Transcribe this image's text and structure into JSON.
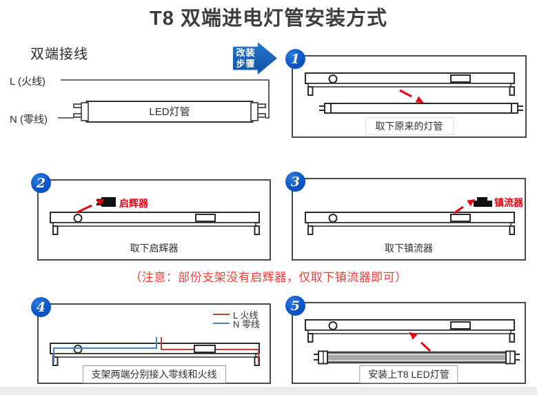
{
  "page": {
    "title": "T8 双端进电灯管安装方式"
  },
  "wiring": {
    "heading": "双端接线",
    "live_label": "L (火线)",
    "neutral_label": "N (零线)",
    "tube_label": "LED灯管"
  },
  "badge": {
    "line1": "改装",
    "line2": "步骤"
  },
  "steps": [
    {
      "number": "1",
      "caption": "取下原来的灯管"
    },
    {
      "number": "2",
      "caption": "取下启辉器",
      "callout": "启辉器"
    },
    {
      "number": "3",
      "caption": "取下镇流器",
      "callout": "镇流器"
    },
    {
      "number": "4",
      "caption": "支架两端分别接入零线和火线",
      "legend": [
        {
          "label": "L 火线",
          "color": "#b5452f"
        },
        {
          "label": "N 零线",
          "color": "#4a82c0"
        }
      ]
    },
    {
      "number": "5",
      "caption": "安装上T8 LED灯管"
    }
  ],
  "note": {
    "text": "（注意：部份支架没有启辉器，仅取下镇流器即可）"
  },
  "icons": {
    "steps_arrow": "right-arrow-badge",
    "starter": "starter-component-icon",
    "ballast": "ballast-component-icon",
    "remove_arrow": "red-arrow-icon"
  },
  "colors": {
    "step_badge_blue": "#0b57c9",
    "steps_arrow_blue": "#1563b8",
    "highlight_red": "#e60012",
    "note_red": "#fb3a33",
    "wire_live_red": "#b5452f",
    "wire_neutral_blue": "#4a82c0",
    "stroke_dark": "#2a2a2a"
  }
}
